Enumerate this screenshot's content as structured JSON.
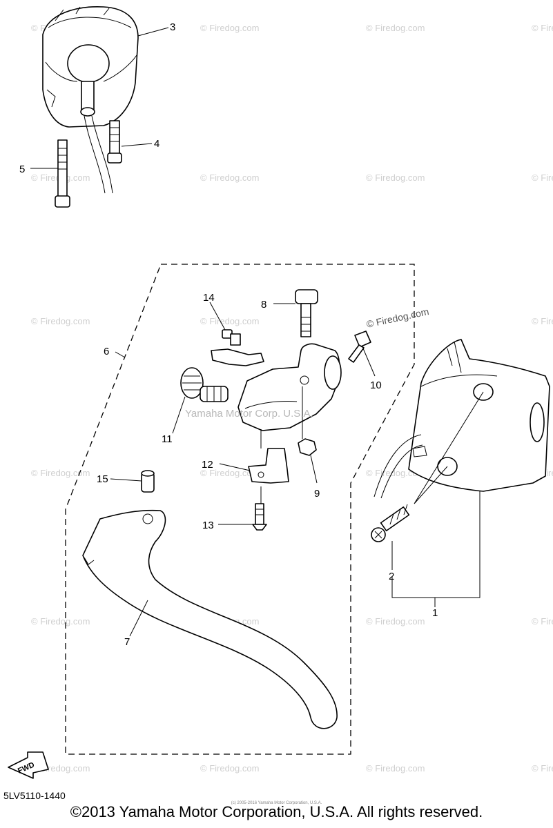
{
  "callouts": {
    "c1": "1",
    "c2": "2",
    "c3": "3",
    "c4": "4",
    "c5": "5",
    "c6": "6",
    "c7": "7",
    "c8": "8",
    "c9": "9",
    "c10": "10",
    "c11": "11",
    "c12": "12",
    "c13": "13",
    "c14": "14",
    "c15": "15"
  },
  "watermark": "© Firedog.com",
  "watermark_overlay": "Yamaha Motor Corp. U.S.A.",
  "fwd_label": "FWD",
  "diagram_code": "5LV5110-1440",
  "copyright_small": "(c) 2005-2016 Yamaha Motor Corporation, U.S.A.",
  "copyright": "©2013 Yamaha Motor Corporation, U.S.A. All rights reserved."
}
